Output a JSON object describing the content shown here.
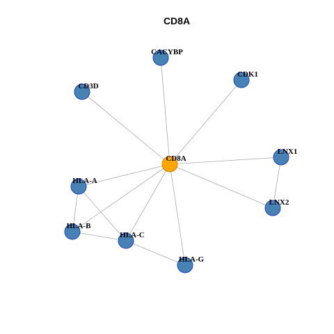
{
  "title": "CD8A",
  "colors": {
    "hub_fill": "#ffa500",
    "hub_stroke": "#d48000",
    "node_fill": "#4682b4",
    "node_stroke": "#1f3fbf",
    "edge": "#a9a9a9",
    "label": "#000000"
  },
  "nodes": [
    {
      "id": "CD8A",
      "label": "CD8A",
      "hub": true
    },
    {
      "id": "CACYBP",
      "label": "CACYBP",
      "hub": false
    },
    {
      "id": "CDK1",
      "label": "CDK1",
      "hub": false
    },
    {
      "id": "CD3D",
      "label": "CD3D",
      "hub": false
    },
    {
      "id": "LNX1",
      "label": "LNX1",
      "hub": false
    },
    {
      "id": "LNX2",
      "label": "LNX2",
      "hub": false
    },
    {
      "id": "HLA-A",
      "label": "HLA-A",
      "hub": false
    },
    {
      "id": "HLA-B",
      "label": "HLA-B",
      "hub": false
    },
    {
      "id": "HLA-C",
      "label": "HLA-C",
      "hub": false
    },
    {
      "id": "HLA-G",
      "label": "HLA-G",
      "hub": false
    }
  ],
  "edges": [
    [
      "CD8A",
      "CACYBP"
    ],
    [
      "CD8A",
      "CDK1"
    ],
    [
      "CD8A",
      "CD3D"
    ],
    [
      "CD8A",
      "LNX1"
    ],
    [
      "CD8A",
      "LNX2"
    ],
    [
      "CD8A",
      "HLA-A"
    ],
    [
      "CD8A",
      "HLA-B"
    ],
    [
      "CD8A",
      "HLA-C"
    ],
    [
      "CD8A",
      "HLA-G"
    ],
    [
      "LNX1",
      "LNX2"
    ],
    [
      "HLA-A",
      "HLA-B"
    ],
    [
      "HLA-A",
      "HLA-C"
    ],
    [
      "HLA-B",
      "HLA-C"
    ],
    [
      "HLA-C",
      "HLA-G"
    ]
  ]
}
